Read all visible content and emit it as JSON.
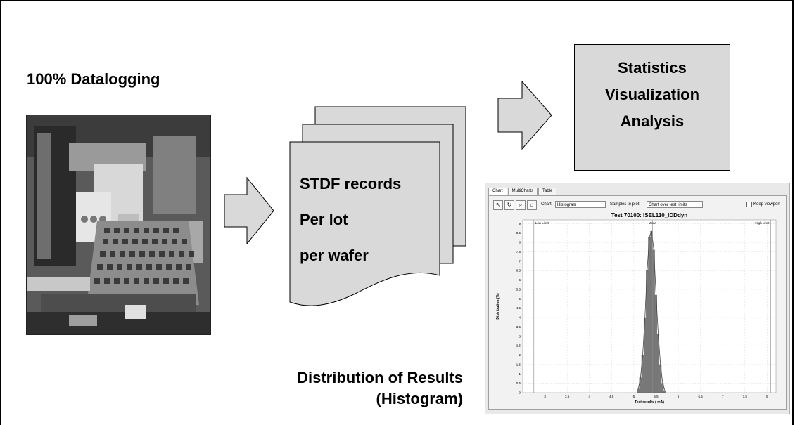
{
  "slide": {
    "title": "100% Datalogging",
    "records": {
      "line1": "STDF records",
      "line2": "Per lot",
      "line3": "per wafer"
    },
    "stats": {
      "line1": "Statistics",
      "line2": "Visualization",
      "line3": "Analysis"
    },
    "distribution": {
      "line1": "Distribution of Results",
      "line2": "(Histogram)"
    }
  },
  "app": {
    "tabs": [
      "Chart",
      "MultiCharts",
      "Table"
    ],
    "chart_label": "Chart:",
    "chart_type": "Histogram",
    "samples_label": "Samples to plot:",
    "samples_value": "Chart over test limits",
    "keep_viewport": "Keep viewport"
  },
  "chart_data": {
    "type": "bar",
    "title": "Test 70100: ISEL110_IDDdyn",
    "xlabel": "Test results ( mA)",
    "ylabel": "Distribution (%)",
    "xlim": [
      2.5,
      8.2
    ],
    "ylim": [
      0,
      9.2
    ],
    "xticks": [
      "3",
      "3.5",
      "4",
      "4.5",
      "5",
      "5.5",
      "6",
      "6.5",
      "7",
      "7.5",
      "8"
    ],
    "yticks": [
      "0",
      "0.5",
      "1",
      "1.5",
      "2",
      "2.5",
      "3",
      "3.5",
      "4",
      "4.5",
      "5",
      "5.5",
      "6",
      "6.5",
      "7",
      "7.5",
      "8",
      "8.5",
      "9"
    ],
    "markers": [
      {
        "label": "Low Limit",
        "x": 2.75
      },
      {
        "label": "Mean",
        "x": 5.42
      },
      {
        "label": "High Limit",
        "x": 8.08
      }
    ],
    "bins": {
      "x": [
        5.1,
        5.15,
        5.2,
        5.25,
        5.3,
        5.35,
        5.4,
        5.45,
        5.5,
        5.55,
        5.6,
        5.65,
        5.7
      ],
      "values": [
        0.2,
        0.8,
        2.0,
        4.0,
        6.5,
        8.3,
        8.6,
        7.6,
        5.2,
        3.1,
        1.5,
        0.5,
        0.1
      ]
    },
    "grid": true
  }
}
